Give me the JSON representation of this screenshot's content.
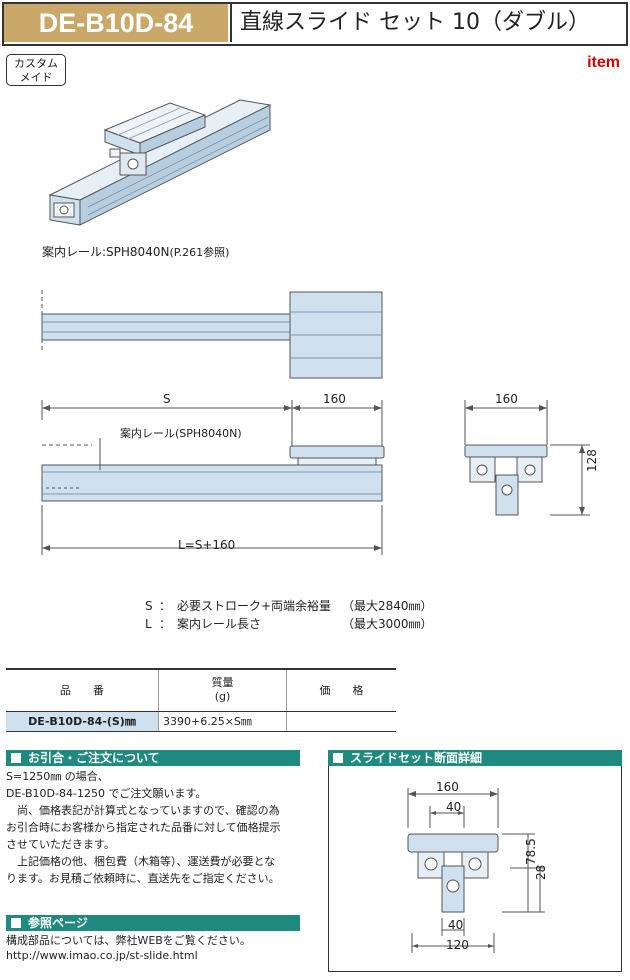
{
  "header": {
    "product_code": "DE-B10D-84",
    "title": "直線スライド セット 10（ダブル）"
  },
  "badge": {
    "line1": "カスタム",
    "line2": "メイド"
  },
  "brand": "item",
  "colors": {
    "header_gold": "#c9a86a",
    "section_teal": "#1f8a7f",
    "rail_blue": "#cfe0ee",
    "brand_red": "#d40000"
  },
  "figure_caption": "案内レール:SPH8040N",
  "figure_caption_ref": "(P.261参照)",
  "drawing": {
    "dim_s": "S",
    "dim_160_top": "160",
    "dim_160_side": "160",
    "dim_128": "128",
    "rail_label": "案内レール(SPH8040N)",
    "dim_L": "L=S+160"
  },
  "legend": [
    {
      "sym": "S",
      "sep": "：",
      "desc": "必要ストローク+両端余裕量",
      "max": "（最大2840㎜）"
    },
    {
      "sym": "L",
      "sep": "：",
      "desc": "案内レール長さ",
      "max": "（最大3000㎜）"
    }
  ],
  "spec_table": {
    "headers": {
      "item": "品　　番",
      "mass": "質量",
      "mass_unit": "(g)",
      "price": "価　　格"
    },
    "row": {
      "item": "DE-B10D-84-(S)㎜",
      "mass": "3390+6.25×S㎜",
      "price": ""
    }
  },
  "order_section": {
    "title": "お引合・ご注文について",
    "lines": [
      "S=1250㎜ の場合、",
      "DE-B10D-84-1250 でご注文願います。",
      "　尚、価格表記が計算式となっていますので、確認の為",
      "お引合時にお客様から指定された品番に対して価格提示",
      "させていただきます。",
      "　上記価格の他、梱包費（木箱等）、運送費が必要とな",
      "ります。お見積ご依頼時に、直送先をご指定ください。"
    ]
  },
  "ref_section": {
    "title": "参照ページ",
    "lines": [
      "構成部品については、弊社WEBをご覧ください。",
      "http://www.imao.co.jp/st-slide.html"
    ]
  },
  "detail_section": {
    "title": "スライドセット断面詳細",
    "dim_160": "160",
    "dim_40_top": "40",
    "dim_78_5": "78.5",
    "dim_28": "28",
    "dim_40_bottom": "40",
    "dim_120": "120"
  }
}
